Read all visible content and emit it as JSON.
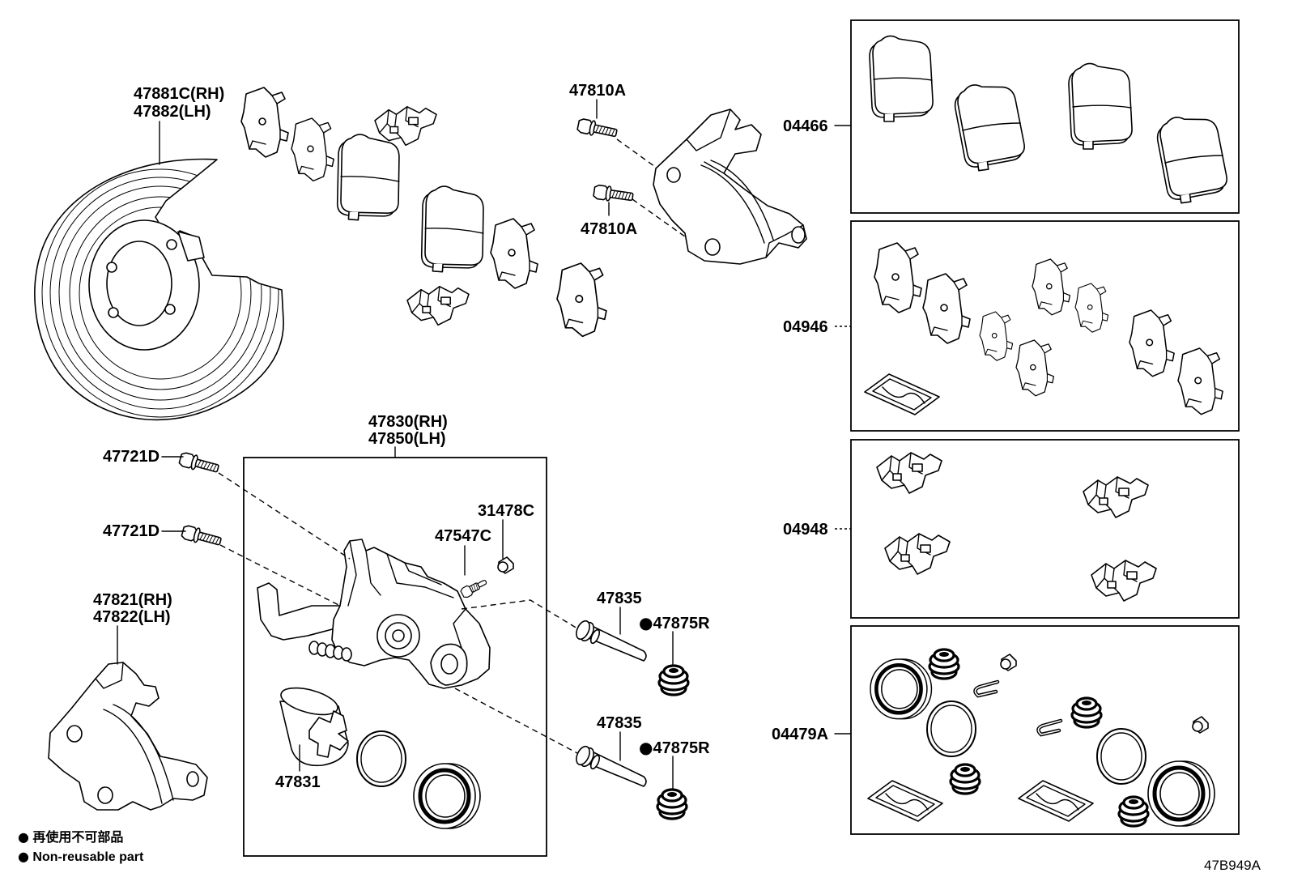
{
  "diagram": {
    "code": "47B949A"
  },
  "legend": {
    "marker": "●",
    "label_jp": "再使用不可部品",
    "label_en": "Non-reusable part"
  },
  "callouts": {
    "dust_cover_rh": "47881C(RH)",
    "dust_cover_lh": "47882(LH)",
    "bracket_bolt_upper": "47810A",
    "bracket_bolt_lower": "47810A",
    "caliper_rh": "47830(RH)",
    "caliper_lh": "47850(LH)",
    "caliper_bolt_upper": "47721D",
    "caliper_bolt_lower": "47721D",
    "mounting_bracket_rh": "47821(RH)",
    "mounting_bracket_lh": "47822(LH)",
    "bleeder_cap": "31478C",
    "bleeder_plug": "47547C",
    "slide_pin_upper": "47835",
    "slide_pin_lower": "47835",
    "slide_bushing_upper": {
      "label": "47875R",
      "non_reusable": true
    },
    "slide_bushing_lower": {
      "label": "47875R",
      "non_reusable": true
    },
    "piston": "47831"
  },
  "kits": {
    "pad_kit": "04466",
    "shim_kit": "04946",
    "fitting_kit": "04948",
    "cylinder_kit": "04479A"
  }
}
